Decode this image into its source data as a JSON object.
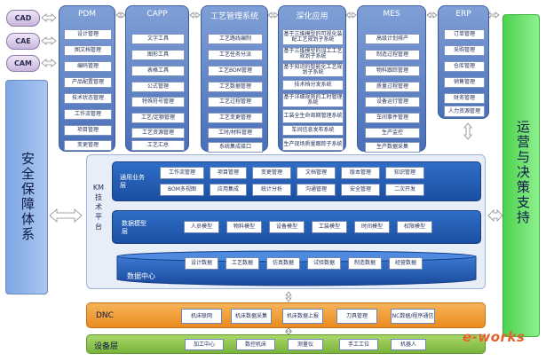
{
  "left_tools": [
    "CAD",
    "CAE",
    "CAM"
  ],
  "modules": [
    {
      "title": "PDM",
      "items": [
        "设计管理",
        "图文档管理",
        "编码管理",
        "产品配置管理",
        "技术状态管理",
        "工作流管理",
        "项目管理",
        "变更管理"
      ]
    },
    {
      "title": "CAPP",
      "items": [
        "文字工具",
        "图形工具",
        "表格工具",
        "公式管理",
        "特殊符号管理",
        "工艺/定额管理",
        "工艺资源管理",
        "工艺汇总"
      ]
    },
    {
      "title": "工艺管理系统",
      "items": [
        "工艺路线编制",
        "工艺任务分派",
        "工艺BOM管理",
        "工艺数据管理",
        "工艺过程管理",
        "工艺变更管理",
        "工时/材料管理",
        "系统集成接口"
      ]
    },
    {
      "title": "深化应用",
      "items": [
        "基于三维模型的可视化装配工艺规划子系统",
        "基于三维模型的加工工艺规划子系统",
        "基于知识的智能化工艺规划子系统",
        "技术档分发系统",
        "基于详细规则的工时管理系统",
        "工装全生命周期管理系统",
        "车间信息发布系统",
        "生产现场质量跟踪子系统"
      ]
    },
    {
      "title": "MES",
      "items": [
        "高级计划排产",
        "制造过程管理",
        "物料跟踪管理",
        "质量过程管理",
        "设备运行管理",
        "车间事件管理",
        "生产监控",
        "生产数据采集"
      ]
    },
    {
      "title": "ERP",
      "items": [
        "订单管理",
        "采购管理",
        "仓库管理",
        "销售管理",
        "财务管理",
        "人力资源管理"
      ]
    }
  ],
  "left_bar": "安全保障体系",
  "right_bar": "运营与决策支持",
  "km_platform": "KM技术平台",
  "general_layer": {
    "label": "通用业务层",
    "row1": [
      "工作流管理",
      "项目管理",
      "变更管理",
      "文档管理",
      "版本管理",
      "知识管理"
    ],
    "row2": [
      "BOM多视图",
      "应用集成",
      "统计分析",
      "沟通管理",
      "安全管理",
      "二次开发"
    ]
  },
  "model_layer": {
    "label": "数据模型层",
    "items": [
      "人员模型",
      "物料模型",
      "设备模型",
      "工装模型",
      "时间模型",
      "权限模型"
    ]
  },
  "data_center": {
    "label": "数据中心",
    "items": [
      "设计数据",
      "工艺数据",
      "仿真数据",
      "试验数据",
      "制造数据",
      "经营数据"
    ]
  },
  "dnc": {
    "label": "DNC",
    "items": [
      "机床联网",
      "机床数据采集",
      "机床数据上报",
      "刀具管理",
      "NC数据/程序通信"
    ]
  },
  "equipment": {
    "label": "设备层",
    "items": [
      "加工中心",
      "数控机床",
      "测量仪",
      "手工工位",
      "机器人"
    ]
  },
  "watermark": "e-works",
  "colors": {
    "module_blue": "#4a6fb8",
    "layer_blue": "#1b4fa1",
    "dnc_orange": "#ea8c1f",
    "equip_green": "#79b33a",
    "right_green": "#4ed14e"
  }
}
